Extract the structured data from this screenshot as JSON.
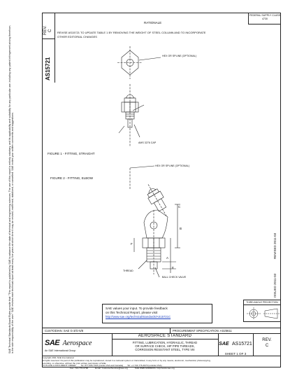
{
  "side_notice": "SAE Technical Standards Board Rules provide that: \"This report is published by SAE to advance the state of technical and engineering sciences. The use of this report is entirely voluntary, and its applicability and suitability for any particular use, including any patent infringement arising therefrom, is the sole responsibility of the user.\" SAE reviews each technical report at least every five years at which time it may be revised, reaffirmed, stabilized, or cancelled. SAE invites your written comments and suggestions.",
  "left_block": {
    "rev_label": "REV.",
    "rev_value": "C",
    "doc_id": "AS15721"
  },
  "header_box": {
    "line1": "FEDERAL SUPPLY CLASS",
    "line2": "4730"
  },
  "rationale": {
    "title": "RATIONALE",
    "text_line1": "REVISE AS15721 TO UPDATE TABLE 1 BY REMOVING THE WEIGHT OF STEEL COLUMN AND TO INCORPORATE",
    "text_line2": "OTHER EDITORIAL CHANGES"
  },
  "figure1": {
    "caption": "FIGURE 1 - FITTING, STRAIGHT",
    "callout_top": "HEX OR SPLINE (OPTIONAL)",
    "callout_bottom": "AMS 3276 CAP"
  },
  "figure2": {
    "caption": "FIGURE 2 - FITTING, ELBOW",
    "callout_top": "HEX OR SPLINE (OPTIONAL)",
    "callout_thread": "THREAD",
    "callout_ball": "BALL CHECK VALVE",
    "dim_a": "A",
    "dim_b": "B",
    "dim_c": "C",
    "dim_e": "E",
    "dim_f": "F"
  },
  "dates": {
    "revised": "REVISED 2011-03",
    "issued": "ISSUED 2011-03"
  },
  "projection": {
    "label": "THIRD ANGLE PROJECTION"
  },
  "feedback": {
    "line1": "SAE values your input. To provide feedback",
    "line2": "on this Technical Report, please visit",
    "link": "http://www.sae.org/technical/standards/AS15721C"
  },
  "footer_top": {
    "custodian": "CUSTODIAN: SAE G-3/G-5/8",
    "procurement": "PROCUREMENT SPECIFICATION: AS25611"
  },
  "title_block": {
    "logo_sae": "SAE",
    "logo_aero": "Aerospace",
    "logo_tagline": "An SAE International Group",
    "standard": "AEROSPACE STANDARD",
    "title_line1": "FITTING, LUBRICATION, HYDRAULIC, THREAD",
    "title_line2": "OR SURFACE CHECK, HIP PIPE THREADS,",
    "title_line3": "CORROSION RESISTANT STEEL, TYPE VIII",
    "doc_prefix": "SAE",
    "doc_number": "AS15721",
    "sheet": "SHEET 1 OF 3",
    "rev_label": "REV.",
    "rev_value": "C"
  },
  "footer_fine": {
    "copyright": "Copyright 2011 SAE International",
    "rights1": "All rights reserved. No part of this publication may be reproduced, stored in a retrieval system or transmitted, in any form or by any means, electronic, mechanical, photocopying,",
    "rights2": "recording, or otherwise, without the prior written permission of SAE.",
    "orders": "TO PLACE A DOCUMENT ORDER:",
    "tel": "Tel: 877-606-7323 (inside USA and Canada)",
    "tel2": "Tel: +1 724-776-4970 (outside USA)",
    "fax": "Fax: 724-776-0790",
    "email": "Email: CustomerService@sae.org",
    "web": "SAE WEB ADDRESS: http://www.sae.org"
  }
}
